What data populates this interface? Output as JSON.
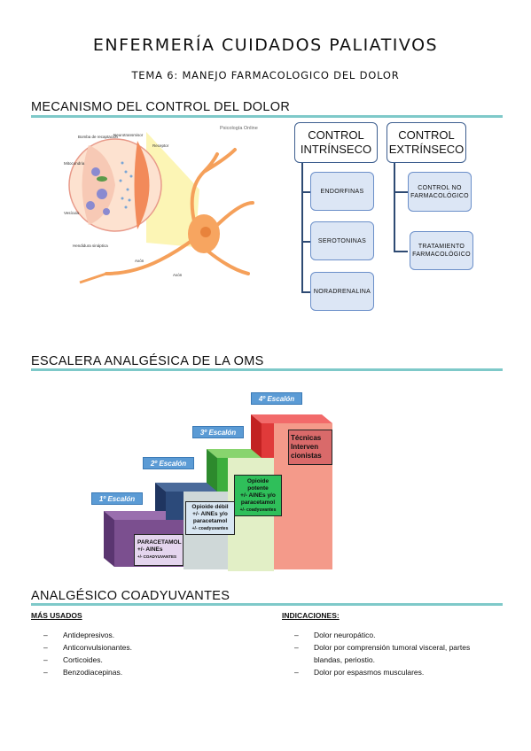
{
  "header": {
    "title": "ENFERMERÍA CUIDADOS PALIATIVOS",
    "subtitle": "TEMA 6: MANEJO FARMACOLOGICO DEL DOLOR"
  },
  "mecanismo": {
    "heading": "MECANISMO DEL CONTROL DEL DOLOR",
    "illustration": {
      "brand": "Psicología Online",
      "labels": {
        "bomba": "Bomba de recaptación",
        "neurotransmisor": "Neurotransmisor",
        "receptor": "Receptor",
        "mitocondria": "Mitocondria",
        "vesicula": "Vesícula",
        "hendidura": "Hendidura sináptica",
        "axon1": "Axón",
        "axon2": "Axón"
      }
    },
    "intrinseco": {
      "title": "CONTROL INTRÍNSECO",
      "items": [
        "ENDORFINAS",
        "SEROTONINAS",
        "NORADRENALINA"
      ]
    },
    "extrinseco": {
      "title": "CONTROL EXTRÍNSECO",
      "items": [
        "CONTROL NO FARMACOLÓGICO",
        "TRATAMIENTO FARMACOLÓGICO"
      ]
    }
  },
  "escalera": {
    "heading": "ESCALERA ANALGÉSICA DE LA OMS",
    "steps": [
      {
        "tab": "1º Escalón",
        "lines": [
          "PARACETAMOL",
          "+/- AINEs",
          "+/- COADYUVANTES"
        ],
        "color": "#7b4f8f"
      },
      {
        "tab": "2º Escalón",
        "lines": [
          "Opioide débil",
          "+/- AINEs y/o",
          "paracetamol",
          "+/- coadyuvantes"
        ],
        "color": "#2c4a7a"
      },
      {
        "tab": "3º Escalón",
        "lines": [
          "Opioide",
          "potente",
          "+/- AINEs y/o",
          "paracetamol",
          "+/- coadyuvantes"
        ],
        "color": "#3cae3c"
      },
      {
        "tab": "4º Escalón",
        "lines": [
          "Técnicas",
          "Interven",
          "cionistas"
        ],
        "color": "#e03a3a"
      }
    ]
  },
  "coadyuvantes": {
    "heading": "ANALGÉSICO COADYUVANTES",
    "mas_usados": {
      "title": "MÁS USADOS",
      "items": [
        "Antidepresivos.",
        "Anticonvulsionantes.",
        "Corticoides.",
        "Benzodiacepinas."
      ]
    },
    "indicaciones": {
      "title": "INDICACIONES:",
      "items": [
        "Dolor neuropático.",
        "Dolor por comprensión tumoral visceral, partes blandas, periostio.",
        "Dolor por espasmos musculares."
      ]
    }
  }
}
